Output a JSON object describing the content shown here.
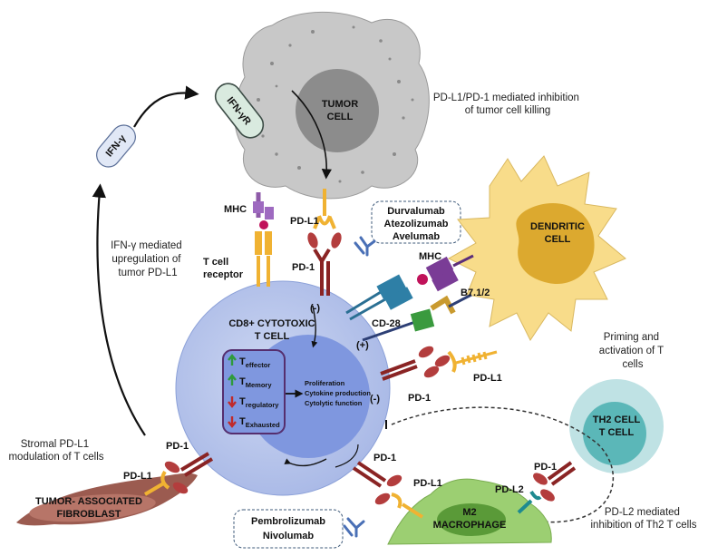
{
  "tumor_cell": {
    "line1": "TUMOR",
    "line2": "CELL"
  },
  "ifn_receptor": {
    "label": "IFN-γR"
  },
  "ifn_gamma": {
    "label": "IFN-γ"
  },
  "captions": {
    "tumor_inhibition": [
      "PD-L1/PD-1 mediated inhibition",
      "of tumor cell killing"
    ],
    "ifn_upregulation": [
      "IFN-γ mediated",
      "upregulation of",
      "tumor PD-L1"
    ],
    "priming": [
      "Priming and",
      "activation of T",
      "cells"
    ],
    "stromal": [
      "Stromal PD-L1",
      "modulation of T cells"
    ],
    "pdl2": [
      "PD-L2 mediated",
      "inhibition of Th2 T cells"
    ]
  },
  "drugs_top": [
    "Durvalumab",
    "Atezolizumab",
    "Avelumab"
  ],
  "drugs_bottom": [
    "Pembrolizumab",
    "Nivolumab"
  ],
  "dendritic_cell": {
    "line1": "DENDRITIC",
    "line2": "CELL"
  },
  "cd8_cell": {
    "line1": "CD8+ CYTOTOXIC",
    "line2": "T CELL"
  },
  "t_subsets": [
    {
      "base": "T",
      "sub": "effector",
      "arrow": "up"
    },
    {
      "base": "T",
      "sub": "Memory",
      "arrow": "up"
    },
    {
      "base": "T",
      "sub": "regulatory",
      "arrow": "down"
    },
    {
      "base": "T",
      "sub": "Exhausted",
      "arrow": "down"
    }
  ],
  "functions": [
    "Proliferation",
    "Cytokine production",
    "Cytolytic function"
  ],
  "molecules": {
    "mhc_top": "MHC",
    "tcr": [
      "T cell",
      "receptor"
    ],
    "pdl1_tumor": "PD-L1",
    "pd1_tumor": "PD-1",
    "mhc_dc": "MHC",
    "b7": "B7.1/2",
    "cd28": "CD-28",
    "pdl1_dc": "PD-L1",
    "pd1_dc": "PD-1",
    "pd1_fib": "PD-1",
    "pdl1_fib": "PD-L1",
    "pd1_mac": "PD-1",
    "pdl1_mac": "PD-L1",
    "pd1_th2": "PD-1",
    "pdl2_mac": "PD-L2"
  },
  "signs": {
    "neg_top": "(-)",
    "pos": "(+)",
    "neg_right": "(-)"
  },
  "fibroblast": {
    "line1": "TUMOR- ASSOCIATED",
    "line2": "FIBROBLAST"
  },
  "macrophage": {
    "line1": "M2",
    "line2": "MACROPHAGE"
  },
  "th2_cell": {
    "line1": "TH2 CELL",
    "line2": "T CELL"
  },
  "colors": {
    "tumor": "#c8c8c8",
    "nucleus": "#8c8c8c",
    "tcell": "#b9c6ea",
    "tcell_nucleus": "#7f97df",
    "dendritic": "#f8dc8a",
    "dc_nucleus": "#dca92f",
    "macrophage": "#9ccf72",
    "th2": "#bfe2e4",
    "fibroblast": "#9b5b50",
    "pd1": "#8a2424",
    "pdl1": "#f0b232",
    "antibody": "#4a70b6"
  }
}
